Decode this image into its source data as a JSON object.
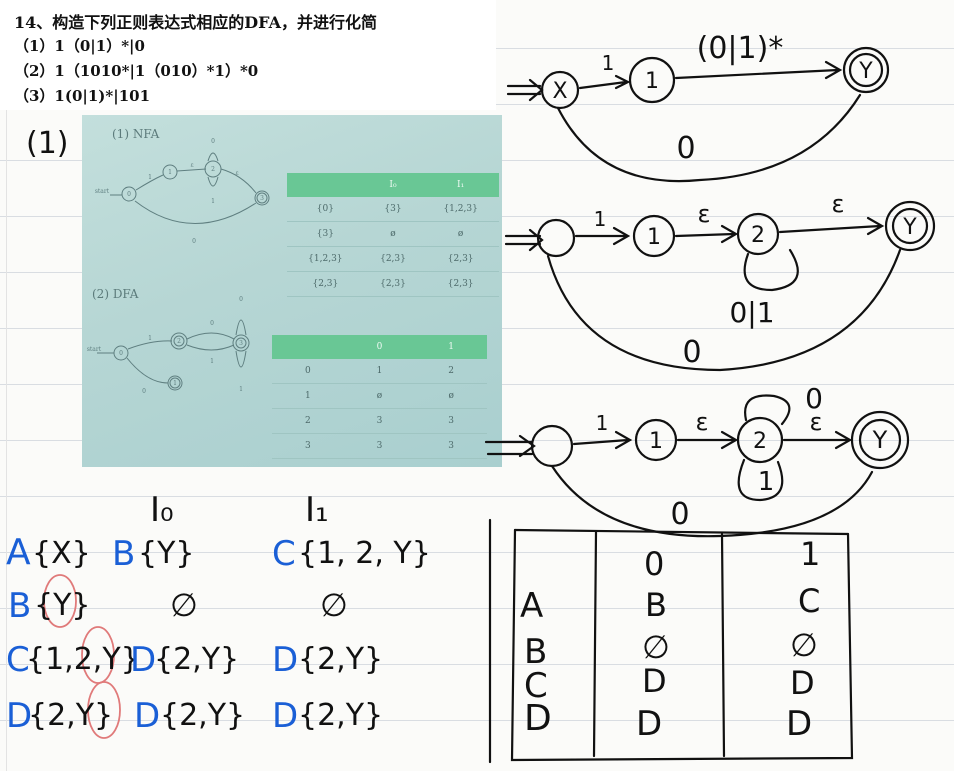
{
  "header": {
    "title": "14、构造下列正则表达式相应的DFA，并进行化简",
    "items": [
      "（1）1（0|1）*|0",
      "（2）1（1010*|1（010）*1）*0",
      "（3）1(0|1)*|101"
    ]
  },
  "margin_label": "(1)",
  "photo": {
    "nfa_title": "(1) NFA",
    "dfa_title": "(2) DFA",
    "nfa_table": {
      "headers": [
        "",
        "I₀",
        "I₁"
      ],
      "rows": [
        [
          "{0}",
          "{3}",
          "{1,2,3}"
        ],
        [
          "{3}",
          "ø",
          "ø"
        ],
        [
          "{1,2,3}",
          "{2,3}",
          "{2,3}"
        ],
        [
          "{2,3}",
          "{2,3}",
          "{2,3}"
        ]
      ]
    },
    "dfa_table": {
      "headers": [
        "",
        "0",
        "1"
      ],
      "rows": [
        [
          "0",
          "1",
          "2"
        ],
        [
          "1",
          "ø",
          "ø"
        ],
        [
          "2",
          "3",
          "3"
        ],
        [
          "3",
          "3",
          "3"
        ]
      ]
    },
    "nfa_states": [
      "0",
      "1",
      "2",
      "3"
    ],
    "nfa_edge_labels": [
      "start",
      "1",
      "ε",
      "ε",
      "0",
      "1",
      "0"
    ],
    "dfa_states": [
      "0",
      "1",
      "2",
      "3"
    ],
    "dfa_edge_labels": [
      "start",
      "1",
      "0",
      "0",
      "1",
      "0",
      "1"
    ]
  },
  "hand_nfa1": {
    "states": [
      "X",
      "1",
      "Y"
    ],
    "labels": [
      "1",
      "(0|1)*",
      "0"
    ]
  },
  "hand_nfa2": {
    "states": [
      "1",
      "2",
      "Y"
    ],
    "labels": [
      "1",
      "ε",
      "ε",
      "0|1",
      "0"
    ]
  },
  "hand_nfa3": {
    "states": [
      "1",
      "2",
      "Y"
    ],
    "labels": [
      "1",
      "ε",
      "ε",
      "0",
      "1",
      "0"
    ]
  },
  "subset_table": {
    "headers": [
      "I₀",
      "I₁"
    ],
    "rows": [
      {
        "letter": "A",
        "set": "{X}",
        "i0_letter": "B",
        "i0": "{Y}",
        "i1_letter": "C",
        "i1": "{1, 2, Y}"
      },
      {
        "letter": "B",
        "set": "{Y}",
        "i0_letter": "",
        "i0": "∅",
        "i1_letter": "",
        "i1": "∅"
      },
      {
        "letter": "C",
        "set": "{1,2,Y}",
        "i0_letter": "D",
        "i0": "{2,Y}",
        "i1_letter": "D",
        "i1": "{2,Y}"
      },
      {
        "letter": "D",
        "set": "{2,Y}",
        "i0_letter": "D",
        "i0": "{2,Y}",
        "i1_letter": "D",
        "i1": "{2,Y}"
      }
    ]
  },
  "dfa_table_hand": {
    "headers": [
      "0",
      "1"
    ],
    "rows": [
      [
        "A",
        "B",
        "C"
      ],
      [
        "B",
        "∅",
        "∅"
      ],
      [
        "C",
        "D",
        "D"
      ],
      [
        "D",
        "D",
        "D"
      ]
    ]
  },
  "colors": {
    "ink": "#111111",
    "blue": "#1a5fd6",
    "red": "#e07a7a",
    "teal": "#69c795"
  }
}
